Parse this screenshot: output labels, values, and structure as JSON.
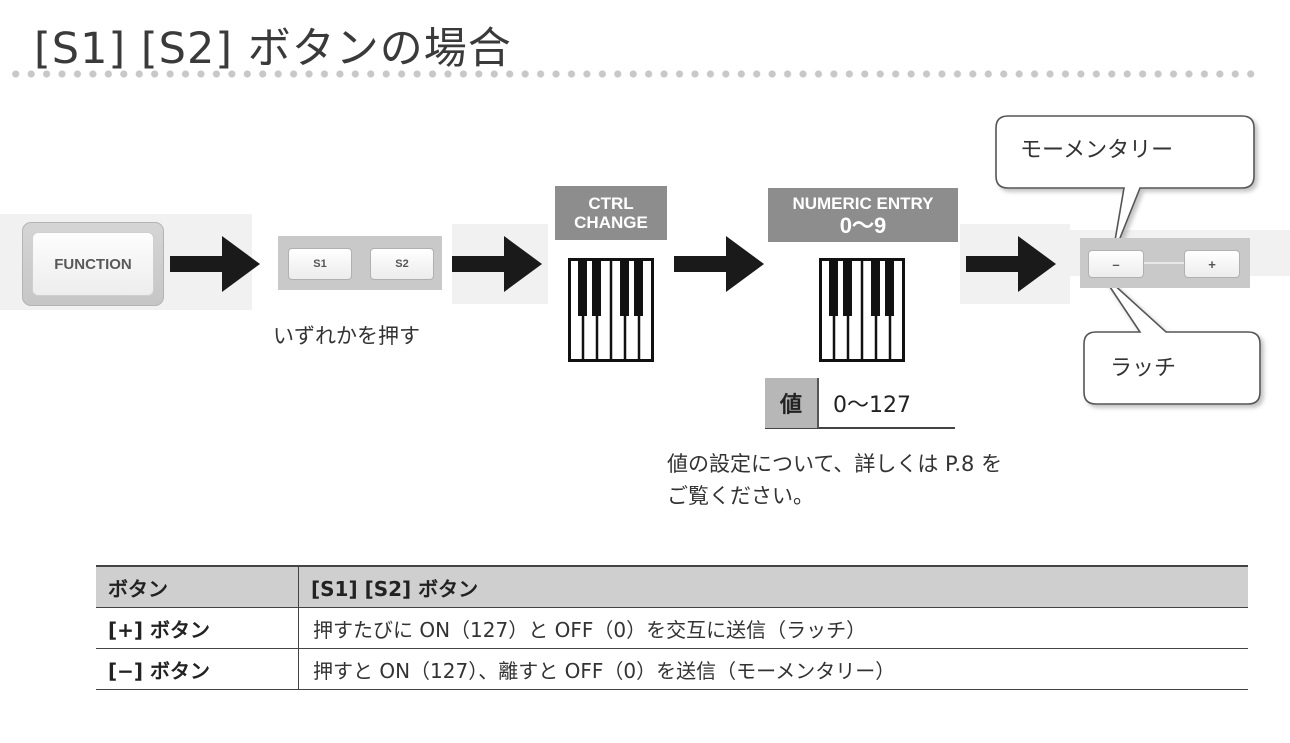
{
  "title": "[S1] [S2] ボタンの場合",
  "flow": {
    "function_label": "FUNCTION",
    "s1_label": "S1",
    "s2_label": "S2",
    "s_caption": "いずれかを押す",
    "ctrl_line1": "CTRL",
    "ctrl_line2": "CHANGE",
    "numeric_line1": "NUMERIC ENTRY",
    "numeric_line2": "0～9",
    "value_label": "値",
    "value_range": "0～127",
    "note_line1": "値の設定について、詳しくは P.8 を",
    "note_line2": "ご覧ください。",
    "minus_label": "–",
    "plus_label": "+",
    "momentary_callout": "モーメンタリー",
    "latch_callout": "ラッチ"
  },
  "table": {
    "headers": [
      "ボタン",
      "[S1] [S2] ボタン"
    ],
    "rows": [
      [
        "[+] ボタン",
        "押すたびに ON（127）と OFF（0）を交互に送信（ラッチ）"
      ],
      [
        "[−] ボタン",
        "押すと ON（127）、離すと OFF（0）を送信（モーメンタリー）"
      ]
    ]
  }
}
